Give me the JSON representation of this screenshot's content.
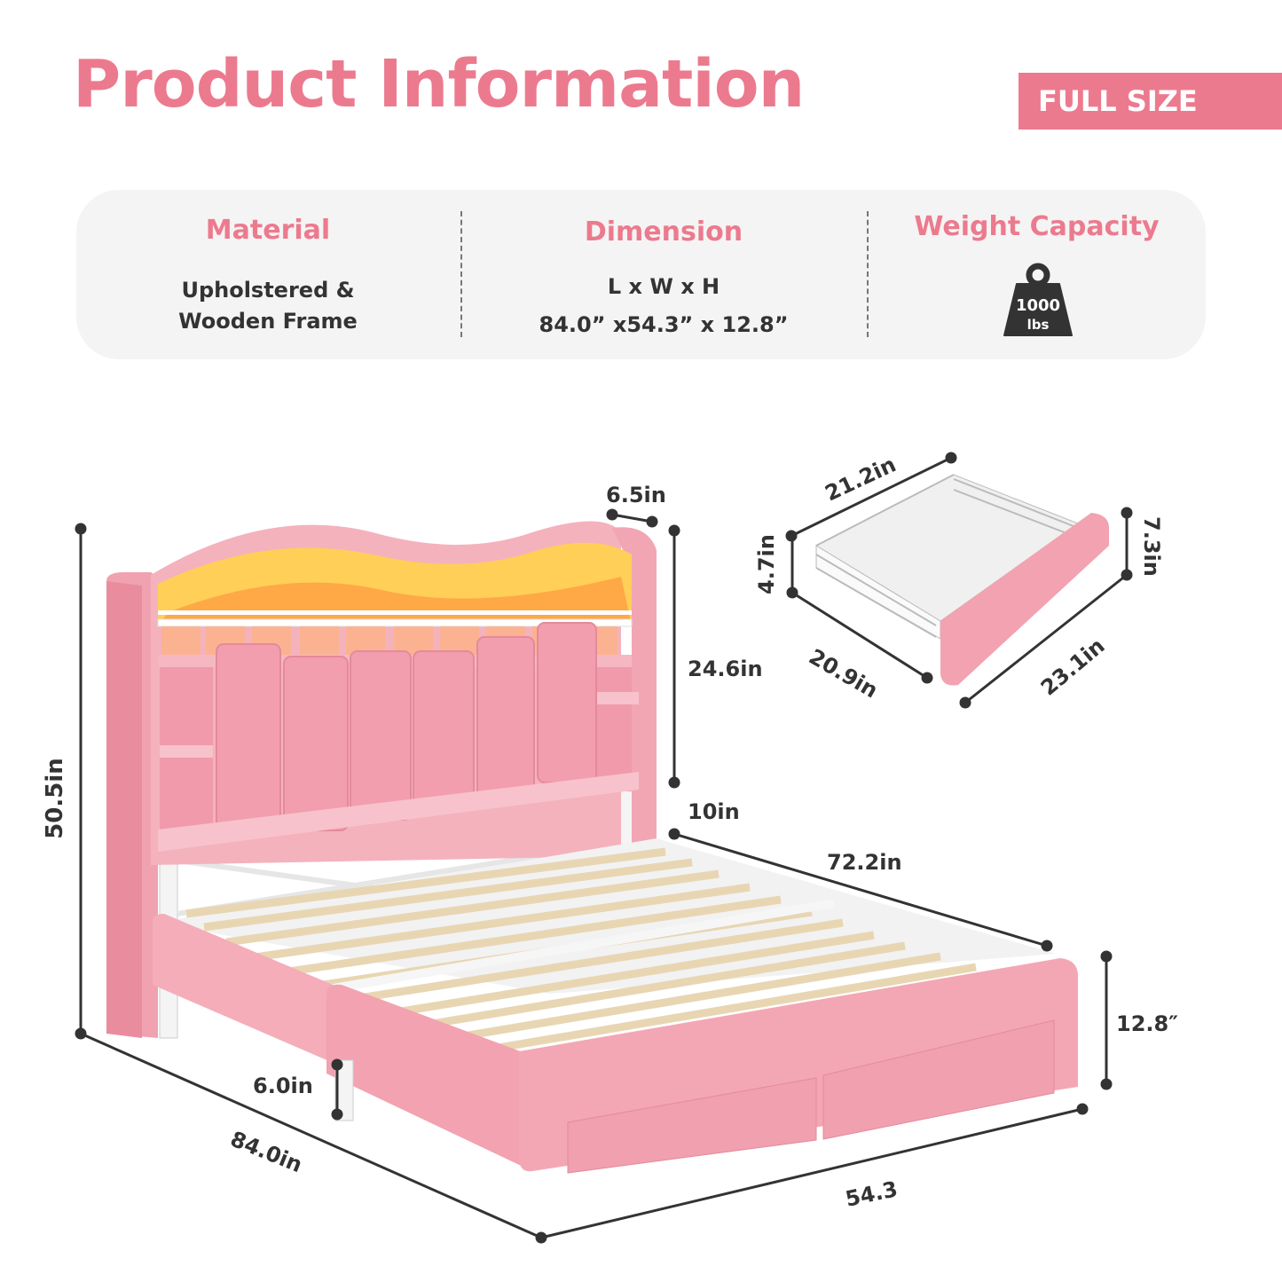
{
  "header": {
    "title": "Product Information",
    "badge": "FULL SIZE"
  },
  "info": {
    "material": {
      "heading": "Material",
      "line1": "Upholstered &",
      "line2": "Wooden Frame"
    },
    "dimension": {
      "heading": "Dimension",
      "line1": "L x W x H",
      "line2": "84.0” x54.3” x 12.8”"
    },
    "weight": {
      "heading": "Weight Capacity",
      "amount": "1000",
      "unit": "lbs",
      "icon": "weight-icon"
    }
  },
  "bed_dims": {
    "total_height": "50.5in",
    "headboard_depth": "6.5in",
    "headboard_height": "24.6in",
    "headboard_gap": "10in",
    "rail_length": "72.2in",
    "bed_height": "12.8″",
    "clearance": "6.0in",
    "length": "84.0in",
    "width": "54.3"
  },
  "drawer_dims": {
    "width_top": "21.2in",
    "height_left": "4.7in",
    "height_right": "7.3in",
    "depth_left": "20.9in",
    "depth_right": "23.1in"
  },
  "colors": {
    "accent": "#ec7a8e",
    "bed_pink": "#f0a2b0",
    "panel_bg": "#f4f4f4",
    "text_dark": "#333333"
  }
}
